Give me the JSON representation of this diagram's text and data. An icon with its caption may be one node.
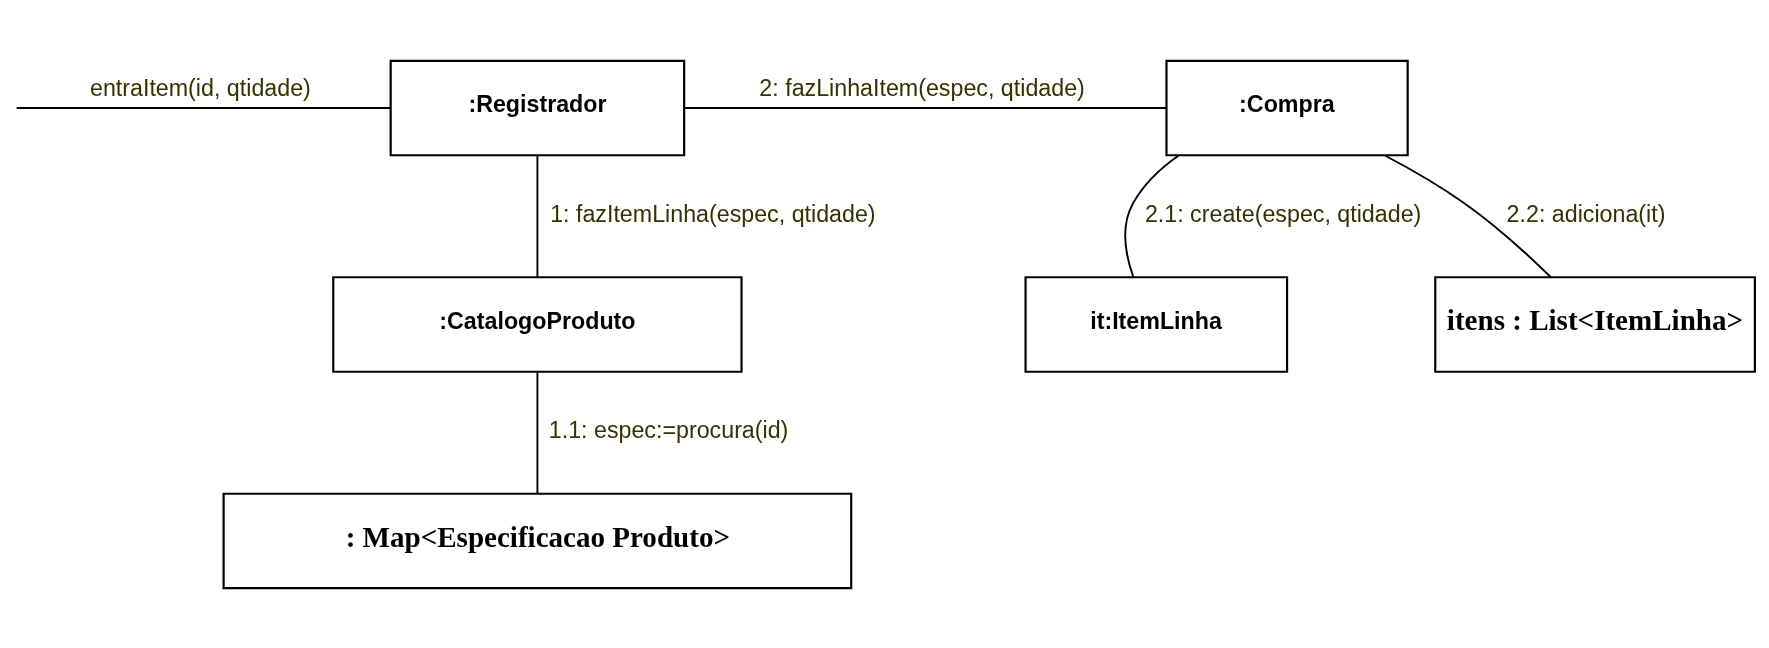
{
  "diagram": {
    "nodes": [
      {
        "text": [
          ":Registrador"
        ]
      },
      {
        "text": [
          ":Compra"
        ]
      },
      {
        "text": [
          ":CatalogoProduto"
        ]
      },
      {
        "text": [
          "it:ItemLinha"
        ]
      },
      {
        "text": [
          ": Map<Especificacao Produto>"
        ]
      },
      {
        "text": [
          "itens : List<ItemLinha>"
        ]
      }
    ],
    "edges": [
      {
        "from": null,
        "to": 0,
        "arrow": "none",
        "label": "entraItem(id, qtidade)"
      },
      {
        "from": 0,
        "to": 1,
        "arrow": "none",
        "label": "2: fazLinhaItem(espec, qtidade)"
      },
      {
        "from": 0,
        "to": 2,
        "arrow": "none",
        "label": "1: fazItemLinha(espec, qtidade)"
      },
      {
        "from": 1,
        "to": 3,
        "arrow": "none",
        "label": "2.1: create(espec, qtidade)"
      },
      {
        "from": 1,
        "to": 5,
        "arrow": "none",
        "label": "2.2: adiciona(it)"
      },
      {
        "from": 2,
        "to": 4,
        "arrow": "none",
        "label": "1.1: espec:=procura(id)"
      }
    ]
  }
}
